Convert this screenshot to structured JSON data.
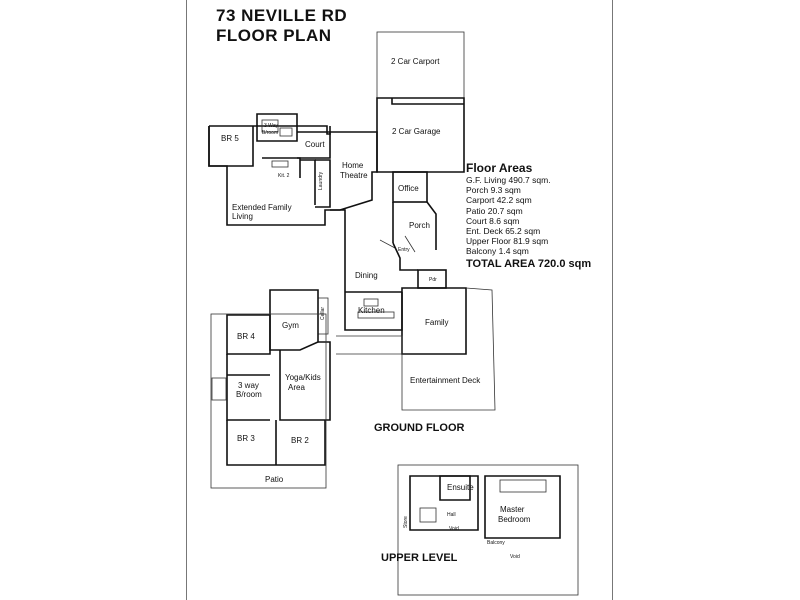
{
  "title": {
    "line1": "73 NEVILLE RD",
    "line2": "FLOOR PLAN"
  },
  "rooms": {
    "carport": "2 Car Carport",
    "garage": "2 Car Garage",
    "br5": "BR 5",
    "bathroom_top_a": "3 Way",
    "bathroom_top_b": "B/room",
    "court": "Court",
    "kit2": "Kit. 2",
    "laundry": "Laundry",
    "home_theatre_a": "Home",
    "home_theatre_b": "Theatre",
    "office": "Office",
    "extended_family_a": "Extended Family",
    "extended_family_b": "Living",
    "porch": "Porch",
    "entry": "Entry",
    "dining": "Dining",
    "pdr": "Pdr",
    "kitchen": "Kitchen",
    "family": "Family",
    "cellar": "Cellar",
    "gym": "Gym",
    "br4": "BR 4",
    "yoga_a": "Yoga/Kids",
    "yoga_b": "Area",
    "bathroom_bot_a": "3 way",
    "bathroom_bot_b": "B/room",
    "entertainment_deck": "Entertainment Deck",
    "br3": "BR 3",
    "br2": "BR 2",
    "patio": "Patio",
    "ensuite": "Ensuite",
    "hall": "Hall",
    "master_a": "Master",
    "master_b": "Bedroom",
    "store": "Store",
    "void_a": "Void",
    "void_b": "Void",
    "balcony_small": "Balcony"
  },
  "floor_areas": {
    "heading": "Floor Areas",
    "items": [
      "G.F. Living  490.7 sqm.",
      "Porch  9.3 sqm",
      "Carport 42.2 sqm",
      "Patio  20.7 sqm",
      "Court  8.6 sqm",
      "Ent. Deck 65.2 sqm",
      "Upper Floor 81.9 sqm",
      "Balcony 1.4 sqm"
    ],
    "total": "TOTAL AREA 720.0 sqm"
  },
  "labels": {
    "ground_floor": "GROUND FLOOR",
    "upper_level": "UPPER LEVEL"
  }
}
